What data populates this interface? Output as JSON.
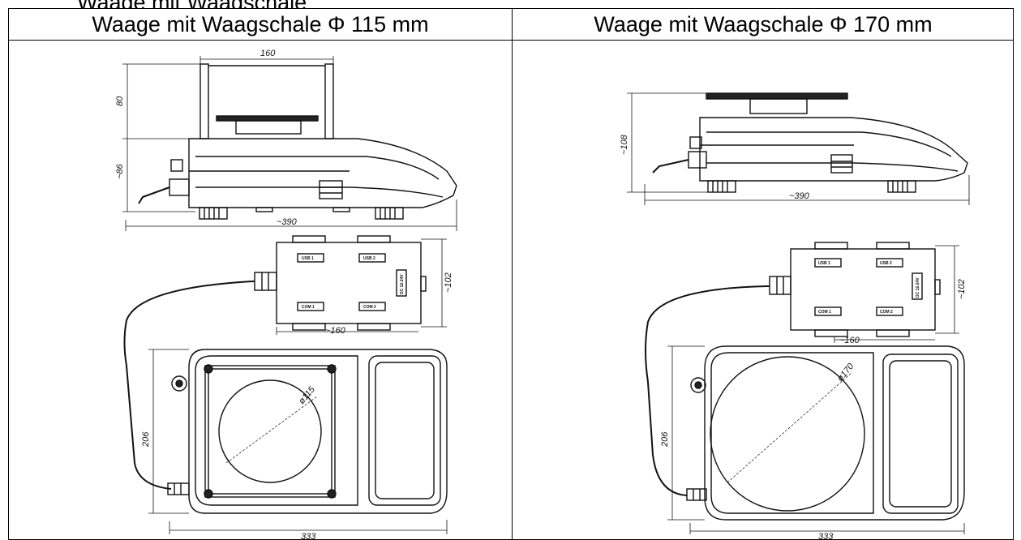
{
  "header_top_fragment": "Waage mit Waagschale",
  "headers": {
    "left": "Waage mit Waagschale Φ 115 mm",
    "right": "Waage mit Waagschale Φ 170 mm"
  },
  "left_drawing": {
    "side_view": {
      "dim_width_top": "160",
      "dim_height_top": "80",
      "dim_height_body": "~86",
      "dim_length": "~390"
    },
    "interface_box": {
      "port_usb1": "USB 1",
      "port_usb2": "USB 2",
      "port_com1": "COM 1",
      "port_com2": "COM 2",
      "port_dc": "DC 12-24V",
      "dim_width": "~160",
      "dim_height": "~102"
    },
    "top_view": {
      "pan_diameter": "ø115",
      "dim_depth": "206",
      "dim_width": "333"
    }
  },
  "right_drawing": {
    "side_view": {
      "dim_height": "~108",
      "dim_length": "~390"
    },
    "interface_box": {
      "port_usb1": "USB 1",
      "port_usb2": "USB 2",
      "port_com1": "COM 1",
      "port_com2": "COM 2",
      "port_dc": "DC 12-24V",
      "dim_width": "~160",
      "dim_height": "~102"
    },
    "top_view": {
      "pan_diameter": "ø170",
      "dim_depth": "206",
      "dim_width": "333"
    }
  }
}
